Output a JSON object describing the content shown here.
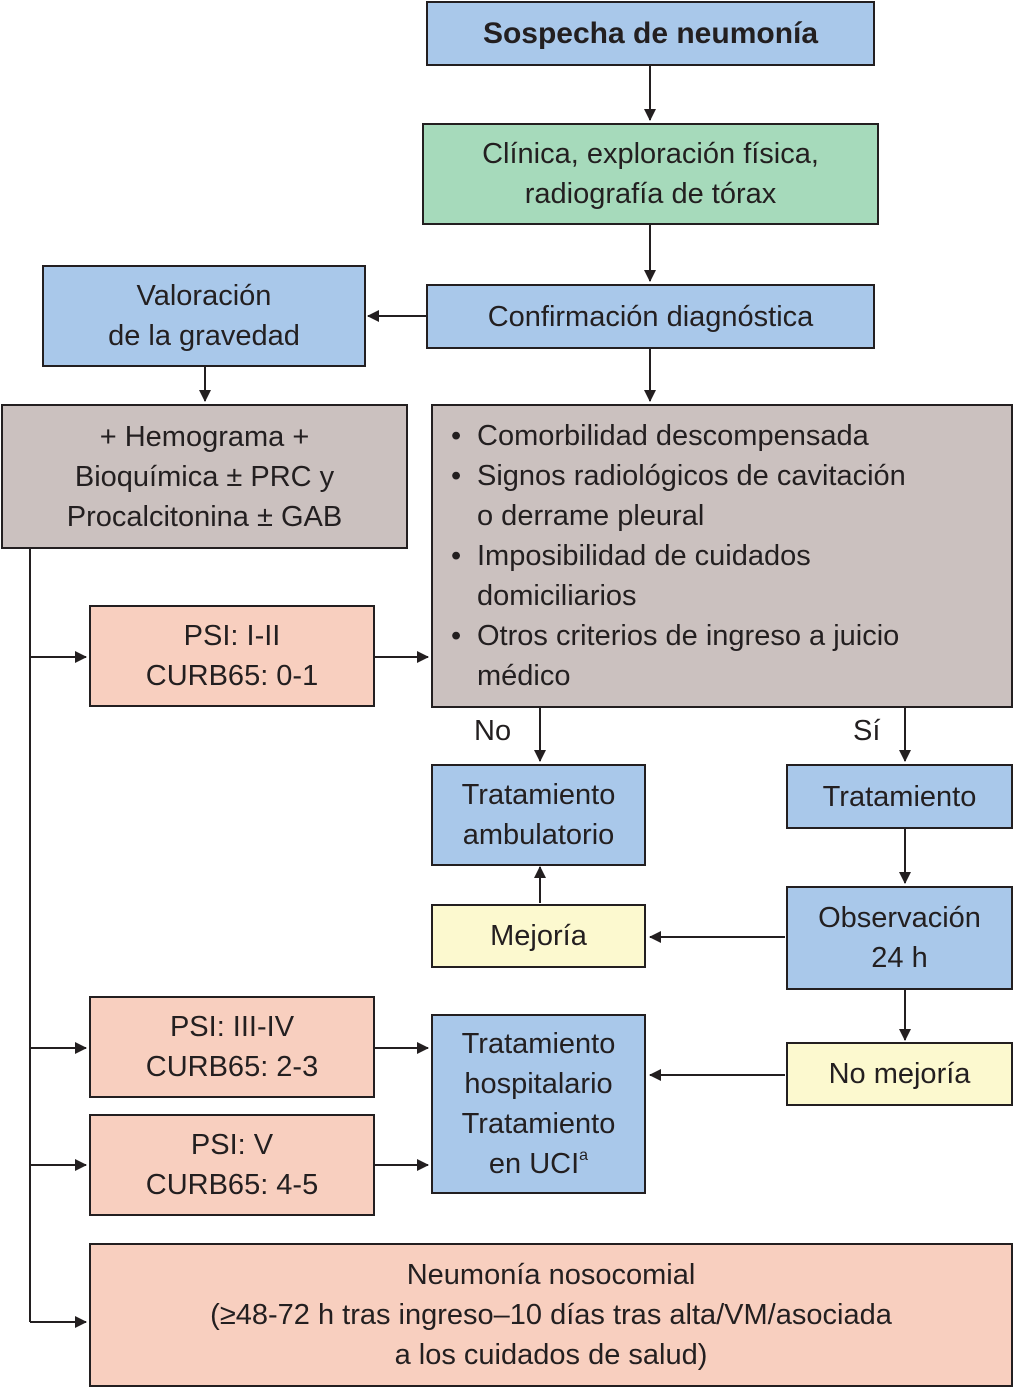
{
  "nodes": {
    "sospecha": "Sospecha de neumonía",
    "clinica": [
      "Clínica, exploración física,",
      "radiografía de tórax"
    ],
    "confirmacion": "Confirmación diagnóstica",
    "valoracion": [
      "Valoración",
      "de la gravedad"
    ],
    "pruebas": [
      "+ Hemograma +",
      "Bioquímica ± PRC y",
      "Procalcitonina ± GAB"
    ],
    "criterios": [
      {
        "bullet": "•",
        "lines": [
          "Comorbilidad descompensada"
        ]
      },
      {
        "bullet": "•",
        "lines": [
          "Signos radiológicos de cavitación",
          "o derrame pleural"
        ]
      },
      {
        "bullet": "•",
        "lines": [
          "Imposibilidad de cuidados",
          "domiciliarios"
        ]
      },
      {
        "bullet": "•",
        "lines": [
          "Otros criterios de ingreso a juicio",
          "médico"
        ]
      }
    ],
    "psi_1": [
      "PSI: I-II",
      "CURB65: 0-1"
    ],
    "psi_2": [
      "PSI: III-IV",
      "CURB65: 2-3"
    ],
    "psi_3": [
      "PSI: V",
      "CURB65: 4-5"
    ],
    "tto_ambulatorio": [
      "Tratamiento",
      "ambulatorio"
    ],
    "tratamiento": "Tratamiento",
    "observacion": [
      "Observación",
      "24 h"
    ],
    "mejoria": "Mejoría",
    "no_mejoria": "No mejoría",
    "tto_hospitalario": [
      "Tratamiento",
      "hospitalario",
      "Tratamiento"
    ],
    "tto_uci": "en UCI",
    "tto_uci_sup": "a",
    "nosocomial": [
      "Neumonía nosocomial",
      "(≥48-72 h tras ingreso–10 días tras alta/VM/asociada",
      "a los cuidados de salud)"
    ]
  },
  "edge_labels": {
    "no": "No",
    "si": "Sí"
  },
  "colors": {
    "blue": "#a9c8ea",
    "green": "#a6dabb",
    "grey": "#cbc1bf",
    "salmon": "#f8cfbf",
    "yellow": "#fcf9cf",
    "line": "#231f20"
  }
}
